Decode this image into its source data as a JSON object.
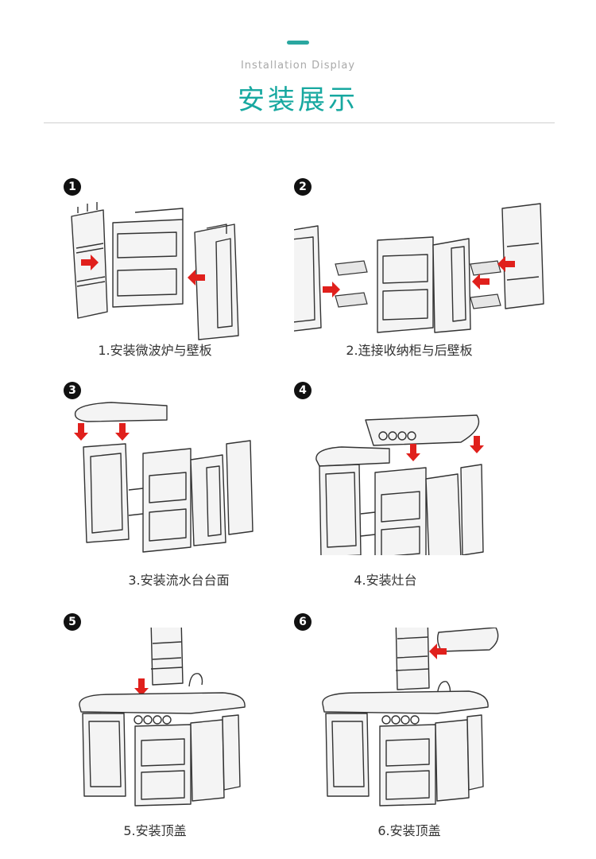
{
  "header": {
    "subtitle": "Installation Display",
    "title": "安装展示"
  },
  "steps": [
    {
      "number": "1",
      "caption": "1.安装微波炉与壁板"
    },
    {
      "number": "2",
      "caption": "2.连接收纳柜与后壁板"
    },
    {
      "number": "3",
      "caption": "3.安装流水台台面"
    },
    {
      "number": "4",
      "caption": "4.安装灶台"
    },
    {
      "number": "5",
      "caption": "5.安装顶盖"
    },
    {
      "number": "6",
      "caption": "6.安装顶盖"
    }
  ],
  "colors": {
    "accent": "#17a8a0",
    "arrow": "#e0201c",
    "badge": "#111111"
  }
}
